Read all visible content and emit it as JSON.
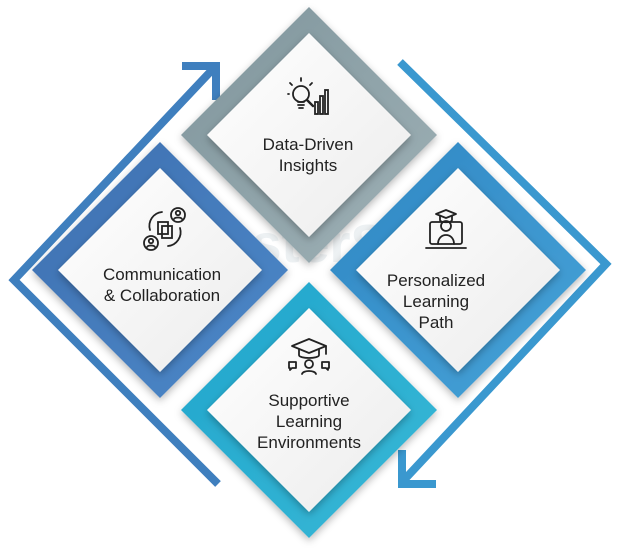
{
  "diagram": {
    "cards": [
      {
        "id": "data-driven-insights",
        "lines": [
          "Data-Driven",
          "Insights"
        ],
        "icon": "bulb-chart-icon",
        "frame_color": "#8a9fa6"
      },
      {
        "id": "communication-collaboration",
        "lines": [
          "Communication",
          "& Collaboration"
        ],
        "icon": "collaboration-icon",
        "frame_color": "#3f6fb0"
      },
      {
        "id": "personalized-learning-path",
        "lines": [
          "Personalized",
          "Learning",
          "Path"
        ],
        "icon": "graduate-laptop-icon",
        "frame_color": "#3a92cc"
      },
      {
        "id": "supportive-learning-environments",
        "lines": [
          "Supportive",
          "Learning",
          "Environments"
        ],
        "icon": "graduation-cap-chat-icon",
        "frame_color": "#2aa8c9"
      }
    ],
    "watermark": "MasterSoft",
    "arrows": [
      {
        "name": "left-cycle-arrow",
        "color": "#3f7fbe"
      },
      {
        "name": "right-cycle-arrow",
        "color": "#3a98cf"
      }
    ]
  }
}
